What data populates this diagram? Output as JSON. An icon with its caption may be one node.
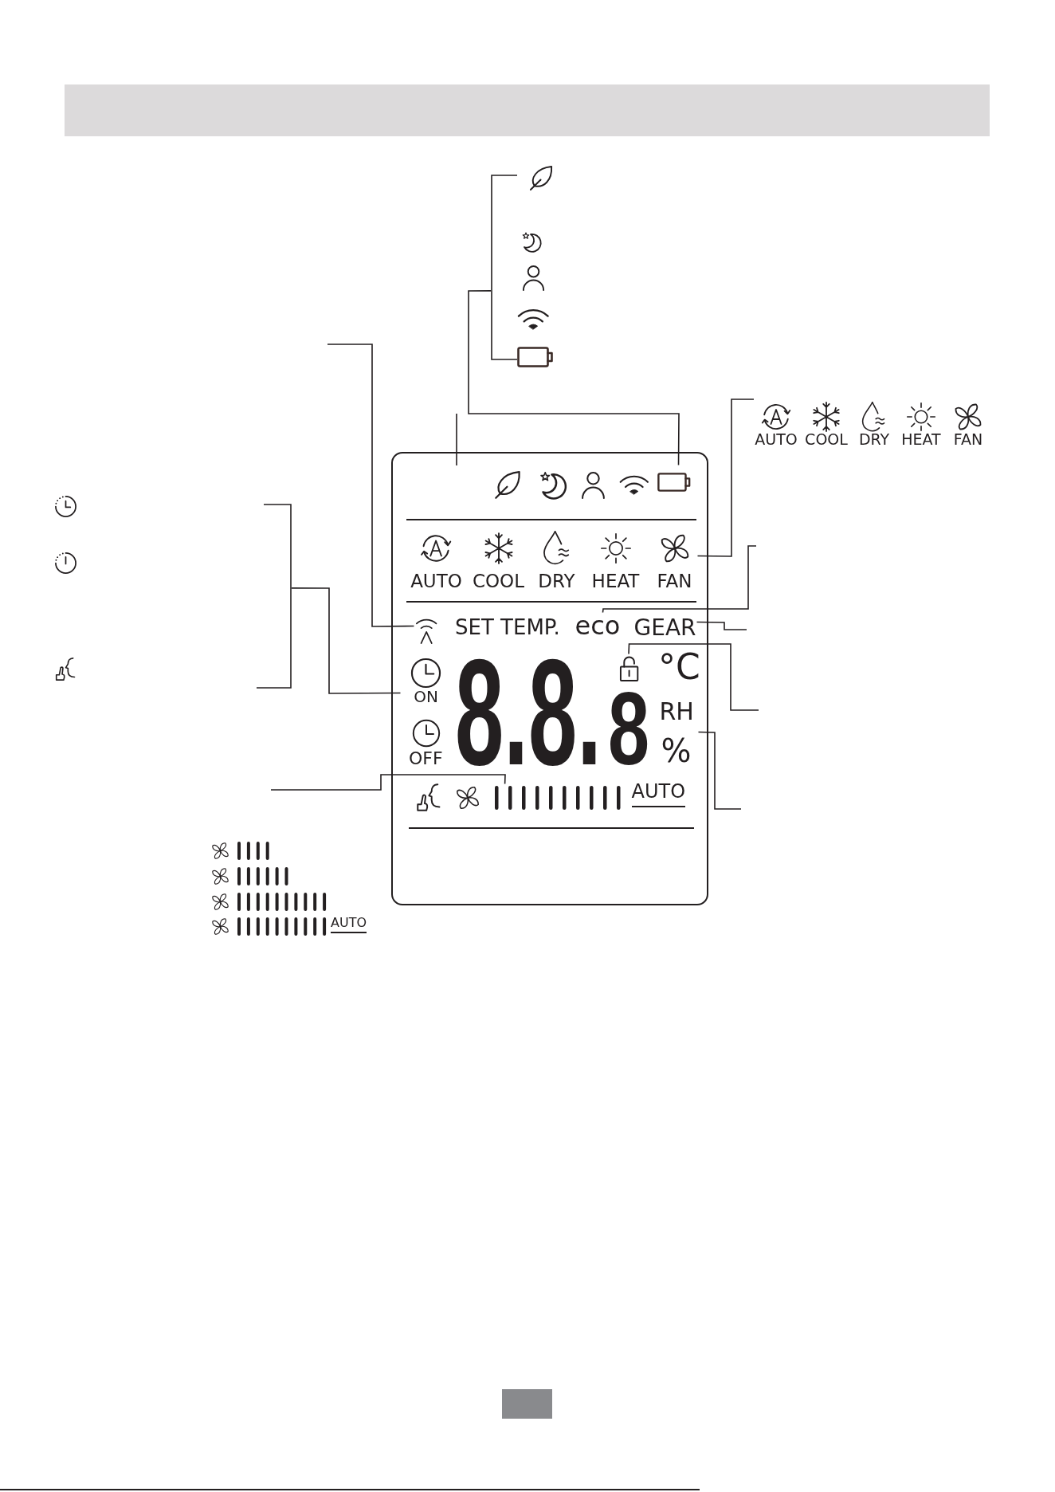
{
  "diagram": {
    "nodes": [
      {
        "text": [],
        "shape": "picture"
      },
      {
        "text": [
          "AUTO",
          "COOL",
          "DRY",
          "HEAT",
          "FAN"
        ]
      },
      {
        "text": [],
        "shape": "box"
      },
      {
        "text": [],
        "shape": "picture",
        "in": 2
      },
      {
        "text": [
          "AUTO",
          "COOL",
          "DRY",
          "HEAT",
          "FAN"
        ],
        "in": 2
      },
      {
        "text": [],
        "shape": "picture"
      },
      {
        "text": [],
        "shape": "picture",
        "in": 2
      },
      {
        "text": [
          "eco"
        ],
        "in": 2
      },
      {
        "text": [
          "GEAR"
        ],
        "in": 2
      },
      {
        "text": [],
        "shape": "picture",
        "in": 2
      },
      {
        "text": [
          "ON"
        ],
        "in": 2
      },
      {
        "text": [
          "RH",
          "%"
        ],
        "in": 2
      },
      {
        "text": [],
        "shape": "bar",
        "in": 2,
        "beside": [
          "AUTO"
        ]
      }
    ],
    "edges": [
      {
        "from": 0,
        "to": 3,
        "arrow": "none"
      },
      {
        "from": 1,
        "to": 4,
        "arrow": "none"
      },
      {
        "from": null,
        "to": 6,
        "arrow": "none"
      },
      {
        "from": 5,
        "to": 10,
        "arrow": "none"
      },
      {
        "from": null,
        "to": 7,
        "arrow": "none"
      },
      {
        "from": null,
        "to": 8,
        "arrow": "none"
      },
      {
        "from": null,
        "to": 9,
        "arrow": "none"
      },
      {
        "from": null,
        "to": 11,
        "arrow": "none"
      },
      {
        "from": null,
        "to": 12,
        "arrow": "none"
      }
    ],
    "labels": [
      "SET TEMP.",
      "8.8.",
      "°C",
      "8",
      "OFF",
      "AUTO"
    ]
  }
}
